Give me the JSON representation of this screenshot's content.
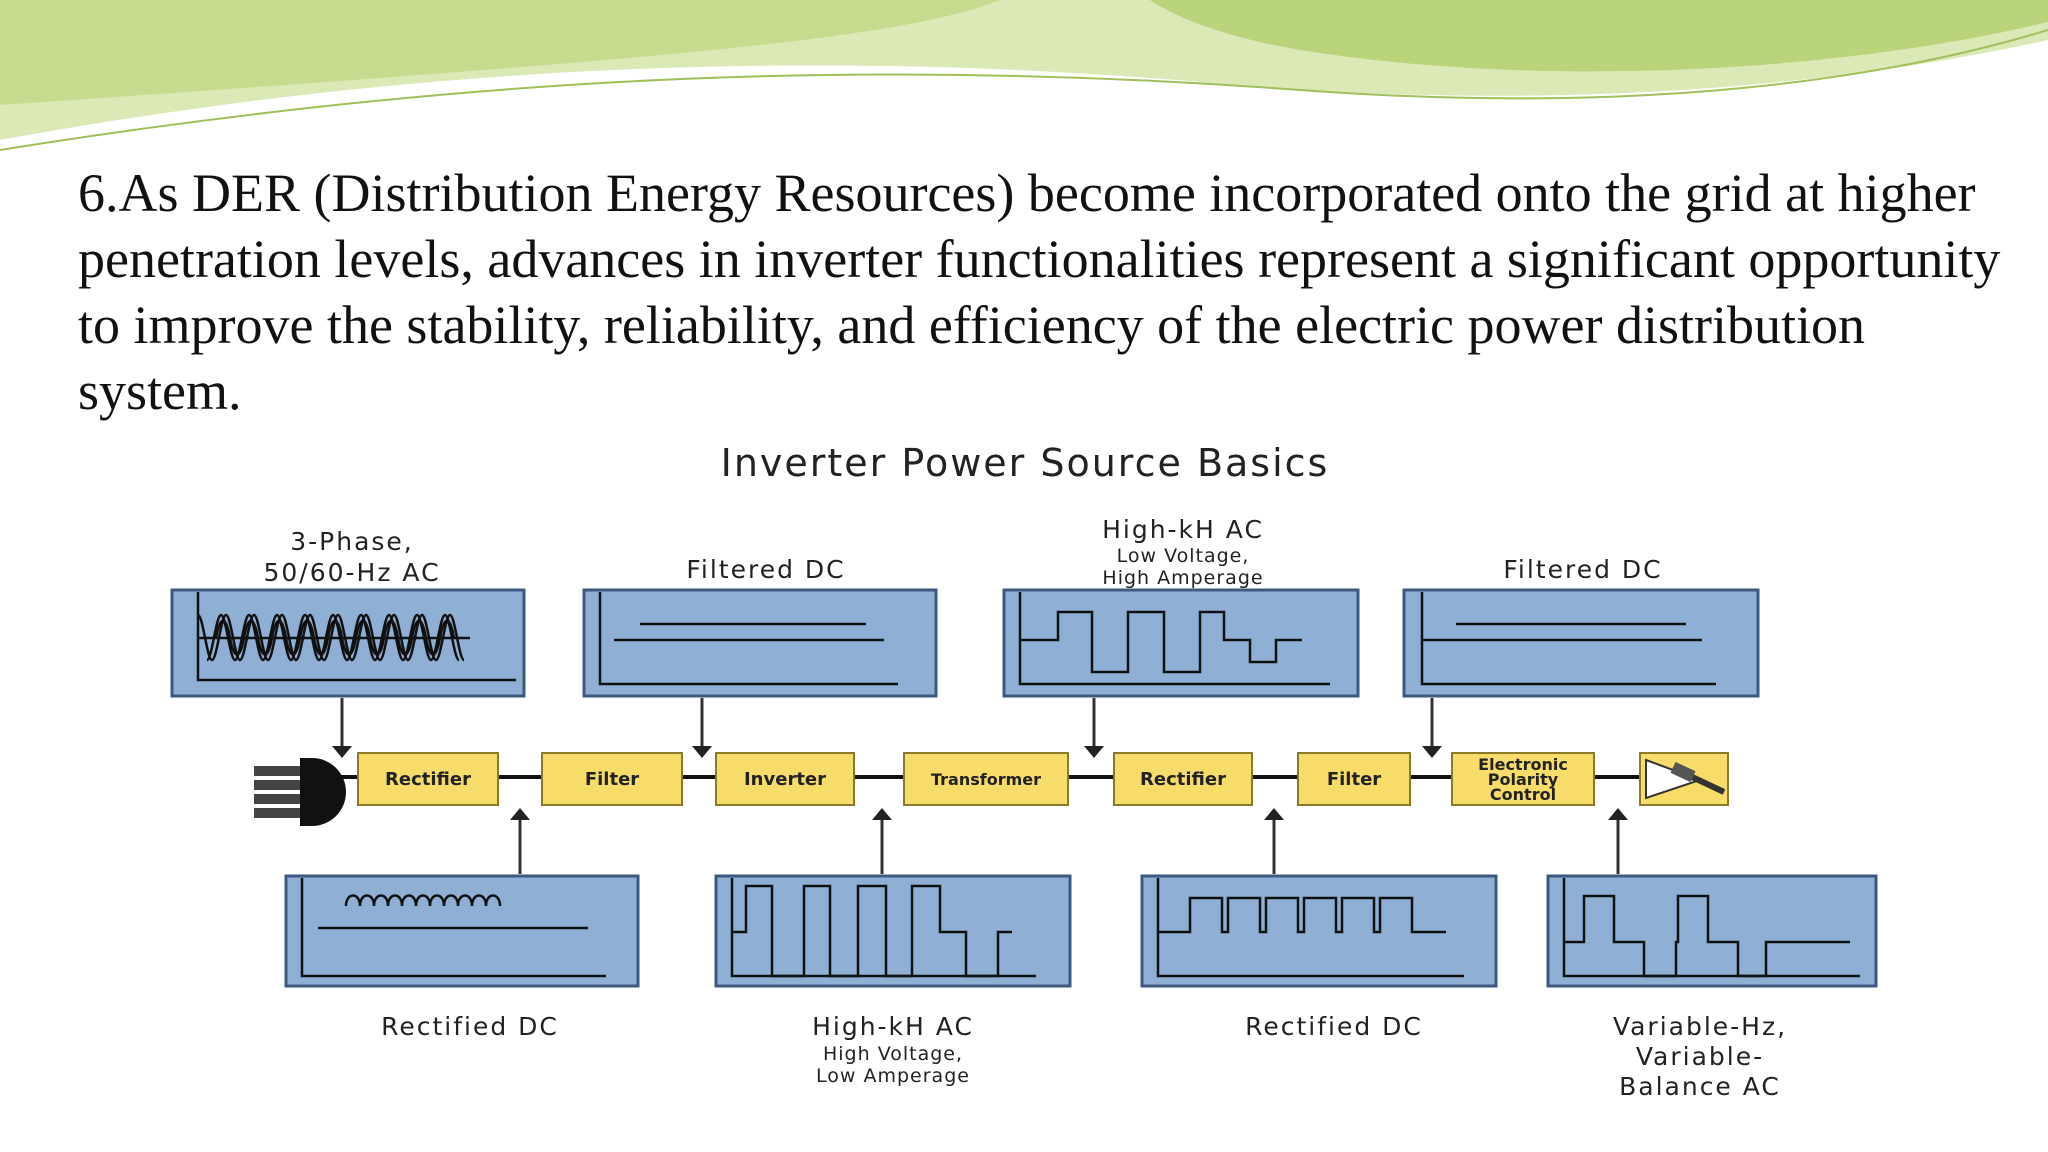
{
  "slide": {
    "body_text": "6.As DER (Distribution Energy Resources) become incorporated onto the grid at higher penetration levels, advances in inverter functionalities represent a significant opportunity to improve the stability, reliability, and efficiency of the electric power distribution system."
  },
  "diagram": {
    "title": "Inverter Power Source Basics",
    "top_labels": {
      "input_ac_line1": "3-Phase,",
      "input_ac_line2": "50/60-Hz AC",
      "filtered_dc_1": "Filtered DC",
      "high_kh_ac_top": "High-kH AC",
      "high_kh_ac_top_sub1": "Low Voltage,",
      "high_kh_ac_top_sub2": "High Amperage",
      "filtered_dc_2": "Filtered DC"
    },
    "blocks": {
      "rectifier_1": "Rectifier",
      "filter_1": "Filter",
      "inverter": "Inverter",
      "transformer": "Transformer",
      "rectifier_2": "Rectifier",
      "filter_2": "Filter",
      "polarity_line1": "Electronic",
      "polarity_line2": "Polarity",
      "polarity_line3": "Control"
    },
    "bottom_labels": {
      "rectified_dc_1": "Rectified DC",
      "high_kh_ac_bottom": "High-kH AC",
      "high_kh_ac_bottom_sub1": "High Voltage,",
      "high_kh_ac_bottom_sub2": "Low Amperage",
      "rectified_dc_2": "Rectified DC",
      "variable_line1": "Variable-Hz,",
      "variable_line2": "Variable-",
      "variable_line3": "Balance AC"
    }
  },
  "colors": {
    "banner_green": "#c5dc8e",
    "panel_blue": "#8fb0d4",
    "block_yellow": "#f7dc6a"
  }
}
